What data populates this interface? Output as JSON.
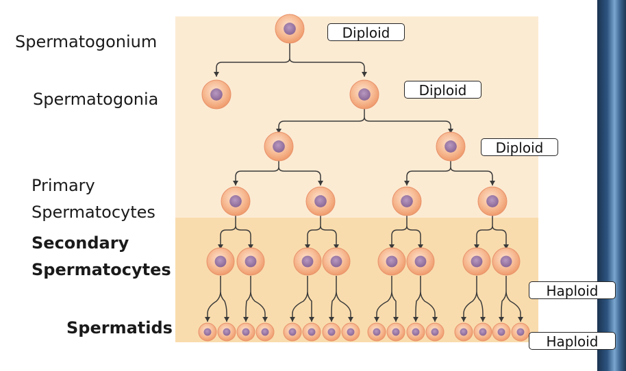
{
  "labels": {
    "spermatogonium": "Spermatogonium",
    "spermatogonia": "Spermatogonia",
    "primary_line1": "Primary",
    "primary_line2": "Spermatocytes",
    "secondary_line1": "Secondary",
    "secondary_line2": "Spermatocytes",
    "spermatids": "Spermatids"
  },
  "ploidy": {
    "level1": "Diploid",
    "level2": "Diploid",
    "level3": "Diploid",
    "secondary": "Haploid",
    "spermatids": "Haploid"
  },
  "colors": {
    "upper_panel": "#fcebd3",
    "lower_panel": "#f9dcad",
    "cell_outer": "#f4a97a",
    "cell_nucleus": "#9b7aa8",
    "arrow": "#3a3a3a"
  }
}
